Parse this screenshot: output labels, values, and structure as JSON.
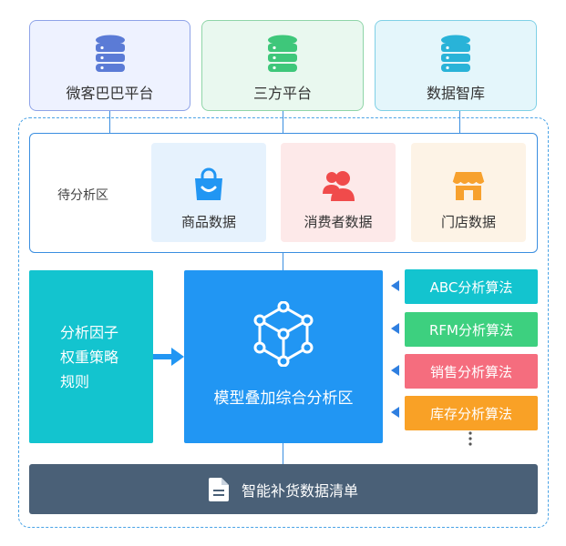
{
  "sources": [
    {
      "label": "微客巴巴平台",
      "icon": "database-icon",
      "bg": "#eef2ff",
      "border": "#8ea3e8",
      "color": "#5b7bd6"
    },
    {
      "label": "三方平台",
      "icon": "database-icon",
      "bg": "#e9f8ef",
      "border": "#8fd5a8",
      "color": "#3ec77a"
    },
    {
      "label": "数据智库",
      "icon": "database-icon",
      "bg": "#e4f6fb",
      "border": "#7fd0e6",
      "color": "#29b3d8"
    }
  ],
  "pending": {
    "label": "待分析区",
    "cards": [
      {
        "label": "商品数据",
        "icon": "shopping-bag-icon",
        "bg": "#e6f2fd",
        "color": "#2196f3"
      },
      {
        "label": "消费者数据",
        "icon": "users-icon",
        "bg": "#fde9e9",
        "color": "#f04b4b"
      },
      {
        "label": "门店数据",
        "icon": "store-icon",
        "bg": "#fdf3e6",
        "color": "#f7a12e"
      }
    ]
  },
  "factors": {
    "lines": [
      "分析因子",
      "权重策略",
      "规则"
    ]
  },
  "model": {
    "label": "模型叠加综合分析区",
    "icon": "network-cube-icon"
  },
  "algorithms": [
    {
      "label": "ABC分析算法",
      "color": "#13c4cf"
    },
    {
      "label": "RFM分析算法",
      "color": "#3dd07f"
    },
    {
      "label": "销售分析算法",
      "color": "#f56d7e"
    },
    {
      "label": "库存分析算法",
      "color": "#f9a126"
    }
  ],
  "footer": {
    "label": "智能补货数据清单",
    "icon": "document-icon"
  }
}
